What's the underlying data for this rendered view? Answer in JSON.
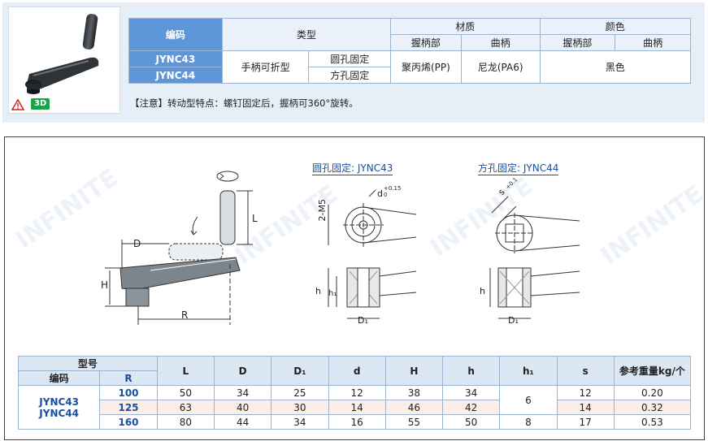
{
  "header_table": {
    "col_code": "编码",
    "col_type": "类型",
    "col_material": "材质",
    "col_color": "颜色",
    "sub_grip": "握柄部",
    "sub_crank": "曲柄",
    "sub_grip2": "握柄部",
    "sub_crank2": "曲柄",
    "row1_code": "JYNC43",
    "row2_code": "JYNC44",
    "type_main": "手柄可折型",
    "type_round": "圆孔固定",
    "type_square": "方孔固定",
    "mat_grip": "聚丙烯(PP)",
    "mat_crank": "尼龙(PA6)",
    "color": "黑色"
  },
  "note": "【注意】转动型特点：螺钉固定后，握柄可360°旋转。",
  "badge": "3D",
  "drawing": {
    "round_title": "圆孔固定: JYNC43",
    "square_title": "方孔固定: JYNC44",
    "dim_D": "D",
    "dim_L": "L",
    "dim_H": "H",
    "dim_R": "R",
    "dim_M5": "2-M5",
    "dim_d": "d",
    "dim_d_tol": "+0.15",
    "dim_d_tol2": "0",
    "dim_h": "h",
    "dim_h1": "h₁",
    "dim_D1": "D₁",
    "dim_s": "s",
    "dim_s_tol": "+0.1",
    "dim_s_tol2": "0"
  },
  "spec_table": {
    "h_model": "型号",
    "h_code": "编码",
    "h_R": "R",
    "headers": [
      "L",
      "D",
      "D₁",
      "d",
      "H",
      "h",
      "h₁",
      "s",
      "参考重量kg/个"
    ],
    "codes": [
      "JYNC43",
      "JYNC44"
    ],
    "rows": [
      {
        "R": "100",
        "L": "50",
        "D": "34",
        "D1": "25",
        "d": "12",
        "H": "38",
        "h": "34",
        "h1": "6",
        "s": "12",
        "w": "0.20"
      },
      {
        "R": "125",
        "L": "63",
        "D": "40",
        "D1": "30",
        "d": "14",
        "H": "46",
        "h": "42",
        "h1": "6",
        "s": "14",
        "w": "0.32"
      },
      {
        "R": "160",
        "L": "80",
        "D": "44",
        "D1": "34",
        "d": "16",
        "H": "55",
        "h": "50",
        "h1": "8",
        "s": "17",
        "w": "0.53"
      }
    ]
  },
  "colors": {
    "header_blue": "#5d97d9",
    "panel_bg": "#e6eef7",
    "label_blue": "#1a4e9c",
    "badge_green": "#1aa34a"
  }
}
